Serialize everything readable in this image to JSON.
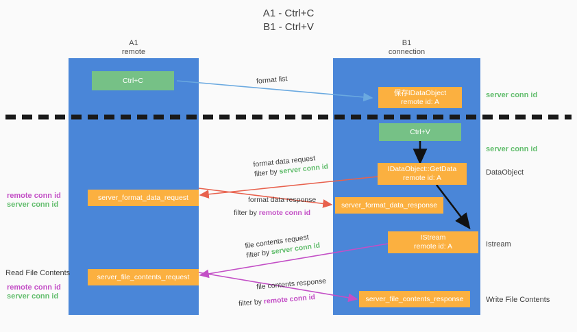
{
  "title": {
    "line1": "A1 - Ctrl+C",
    "line2": "B1 - Ctrl+V"
  },
  "columns": [
    {
      "name": "A1",
      "sub": "remote"
    },
    {
      "name": "B1",
      "sub": "connection"
    }
  ],
  "colors": {
    "lane": "#4a86d8",
    "node_green": "#76c186",
    "node_orange": "#fbb040",
    "server_conn_id": "#62bd6d",
    "remote_conn_id": "#c34fc6",
    "arrow_blue": "#6aa9e0",
    "arrow_red": "#e8614d",
    "arrow_magenta": "#c34fc6",
    "arrow_black": "#111111",
    "divider": "#1a1a1a",
    "text": "#3c3c3c",
    "background": "#fafafa"
  },
  "nodes": {
    "ctrl_c": {
      "line1": "Ctrl+C",
      "line2": ""
    },
    "save_idataobject": {
      "line1": "保存IDataObject",
      "line2": "remote id: A"
    },
    "ctrl_v": {
      "line1": "Ctrl+V",
      "line2": ""
    },
    "getdata": {
      "line1": "IDataObject::GetData",
      "line2": "remote id: A"
    },
    "istream": {
      "line1": "IStream",
      "line2": "remote id: A"
    },
    "server_format_data_request": {
      "line1": "server_format_data_request",
      "line2": ""
    },
    "server_format_data_response": {
      "line1": "server_format_data_response",
      "line2": ""
    },
    "server_file_contents_request": {
      "line1": "server_file_contents_request",
      "line2": ""
    },
    "server_file_contents_response": {
      "line1": "server_file_contents_response",
      "line2": ""
    }
  },
  "flows": {
    "format_list": {
      "label": "format list",
      "filter_prefix": "",
      "filter_key": ""
    },
    "format_data_request": {
      "label": "format data request",
      "filter_prefix": "filter by ",
      "filter_key": "server conn id"
    },
    "format_data_response": {
      "label": "format data response",
      "filter_prefix": "filter by ",
      "filter_key": "remote conn id"
    },
    "file_contents_request": {
      "label": "file contents request",
      "filter_prefix": "filter by ",
      "filter_key": "server conn id"
    },
    "file_contents_response": {
      "label": "file contents response",
      "filter_prefix": "filter by ",
      "filter_key": "remote conn id"
    }
  },
  "right_labels": {
    "server_conn_id_top": "server conn id",
    "server_conn_id_mid": "server conn id",
    "dataobject": "DataObject",
    "istream": "Istream",
    "write_file_contents": "Write File Contents"
  },
  "left_labels": {
    "remote_conn_id_1": "remote conn id",
    "server_conn_id_1": "server conn id",
    "read_file_contents": "Read File Contents",
    "remote_conn_id_2": "remote conn id",
    "server_conn_id_2": "server conn id"
  }
}
